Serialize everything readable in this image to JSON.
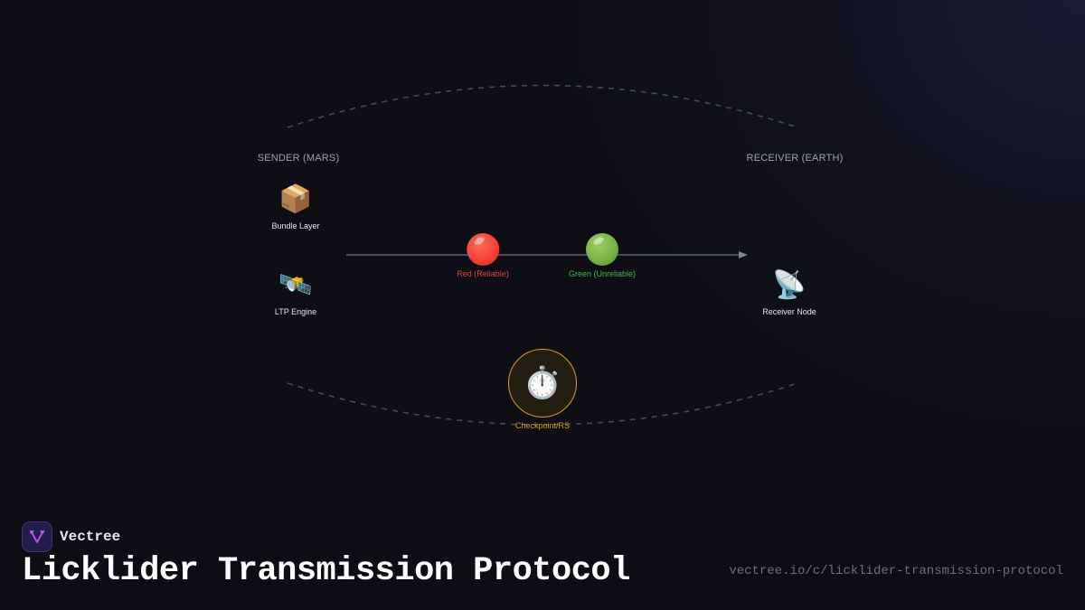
{
  "diagram": {
    "sender_label": "SENDER (MARS)",
    "receiver_label": "RECEIVER (EARTH)",
    "nodes": [
      {
        "id": "bundle-layer",
        "icon": "package-icon",
        "glyph": "📦",
        "label": "Bundle Layer"
      },
      {
        "id": "ltp-engine",
        "icon": "satellite-icon",
        "glyph": "🛰️",
        "label": "LTP Engine"
      },
      {
        "id": "receiver-node",
        "icon": "satellite-dish-icon",
        "glyph": "📡",
        "label": "Receiver Node"
      }
    ],
    "packets": [
      {
        "id": "red",
        "label": "Red (Reliable)",
        "color": "#f44336",
        "label_color": "#e0443a"
      },
      {
        "id": "green",
        "label": "Green (Unreliable)",
        "color": "#7cb342",
        "label_color": "#3fb950"
      }
    ],
    "checkpoint": {
      "icon": "stopwatch-icon",
      "glyph": "⏱️",
      "label": "Checkpoint/RS",
      "color": "#d4a017"
    },
    "link_color": "#7a8699",
    "arc_color": "#3f4b5e"
  },
  "footer": {
    "brand_name": "Vectree",
    "title": "Licklider Transmission Protocol",
    "url": "vectree.io/c/licklider-transmission-protocol"
  }
}
